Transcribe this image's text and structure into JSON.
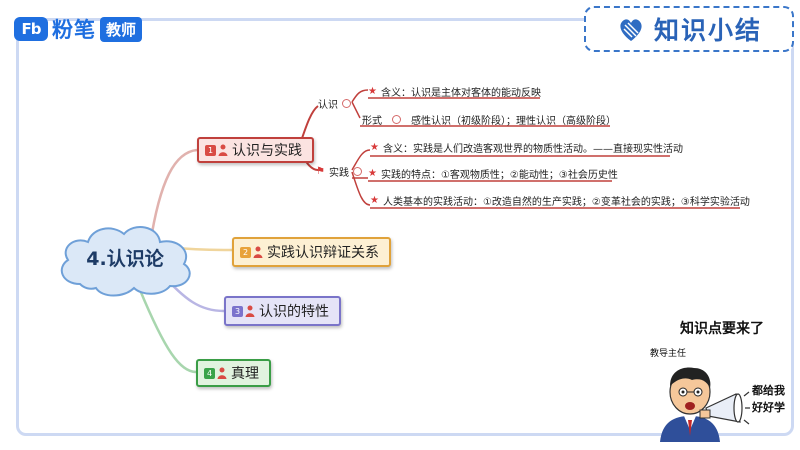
{
  "logo": {
    "mark": "Fb",
    "name": "粉笔",
    "tag": "教师"
  },
  "summary_title": "知识小结",
  "center": "4.认识论",
  "branches": [
    {
      "num": "1",
      "label": "认识与实践",
      "color": "#c0403c",
      "bg": "#fbe3e1",
      "num_color": "#d94b44"
    },
    {
      "num": "2",
      "label": "实践认识辩证关系",
      "color": "#e0a23a",
      "bg": "#fdf0d3",
      "num_color": "#e8a23a"
    },
    {
      "num": "3",
      "label": "认识的特性",
      "color": "#7a74c9",
      "bg": "#e5e4f7",
      "num_color": "#7b73cc"
    },
    {
      "num": "4",
      "label": "真理",
      "color": "#3a9d46",
      "bg": "#e1f3df",
      "num_color": "#3aa34a"
    }
  ],
  "sub": {
    "renshi": {
      "label": "认识",
      "meaning": "含义：认识是主体对客体的能动反映",
      "form_label": "形式",
      "form_text": "感性认识（初级阶段）；理性认识（高级阶段）"
    },
    "shijian": {
      "label": "实践",
      "meaning": "含义：实践是人们改造客观世界的物质性活动。——直接现实性活动",
      "features": "实践的特点：①客观物质性；②能动性；③社会历史性",
      "activities": "人类基本的实践活动：①改造自然的生产实践；②变革社会的实践；③科学实验活动"
    }
  },
  "character": {
    "title": "知识点要来了",
    "role": "教导主任",
    "shout_line1": "都给我",
    "shout_line2": "好好学"
  }
}
